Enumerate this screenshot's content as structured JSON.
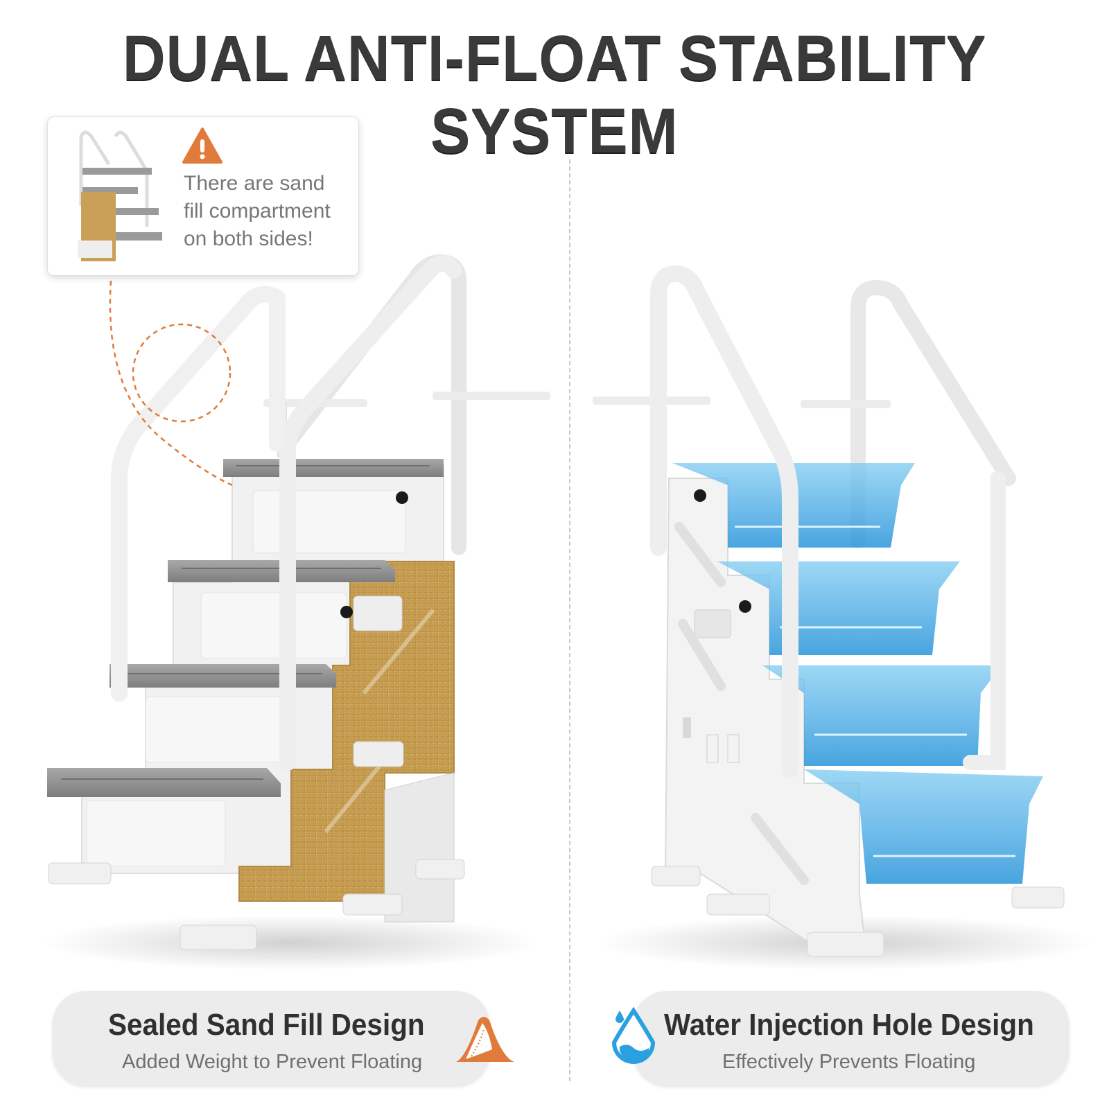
{
  "header": {
    "title": "DUAL ANTI-FLOAT STABILITY SYSTEM"
  },
  "callout": {
    "text_line1": "There are sand",
    "text_line2": "fill compartment",
    "text_line3": "on both sides!",
    "icon": "warning-triangle-icon"
  },
  "features": {
    "left": {
      "title": "Sealed Sand Fill Design",
      "subtitle": "Added Weight to Prevent Floating",
      "icon": "sand-pile-icon"
    },
    "right": {
      "title": "Water Injection Hole Design",
      "subtitle": "Effectively Prevents Floating",
      "icon": "water-drop-icon"
    }
  },
  "colors": {
    "accent_orange": "#E07B3C",
    "water_blue": "#2AA0E0",
    "sand": "#C9A056",
    "step_gray": "#8E8E8E",
    "frame_white": "#F2F2F2"
  }
}
